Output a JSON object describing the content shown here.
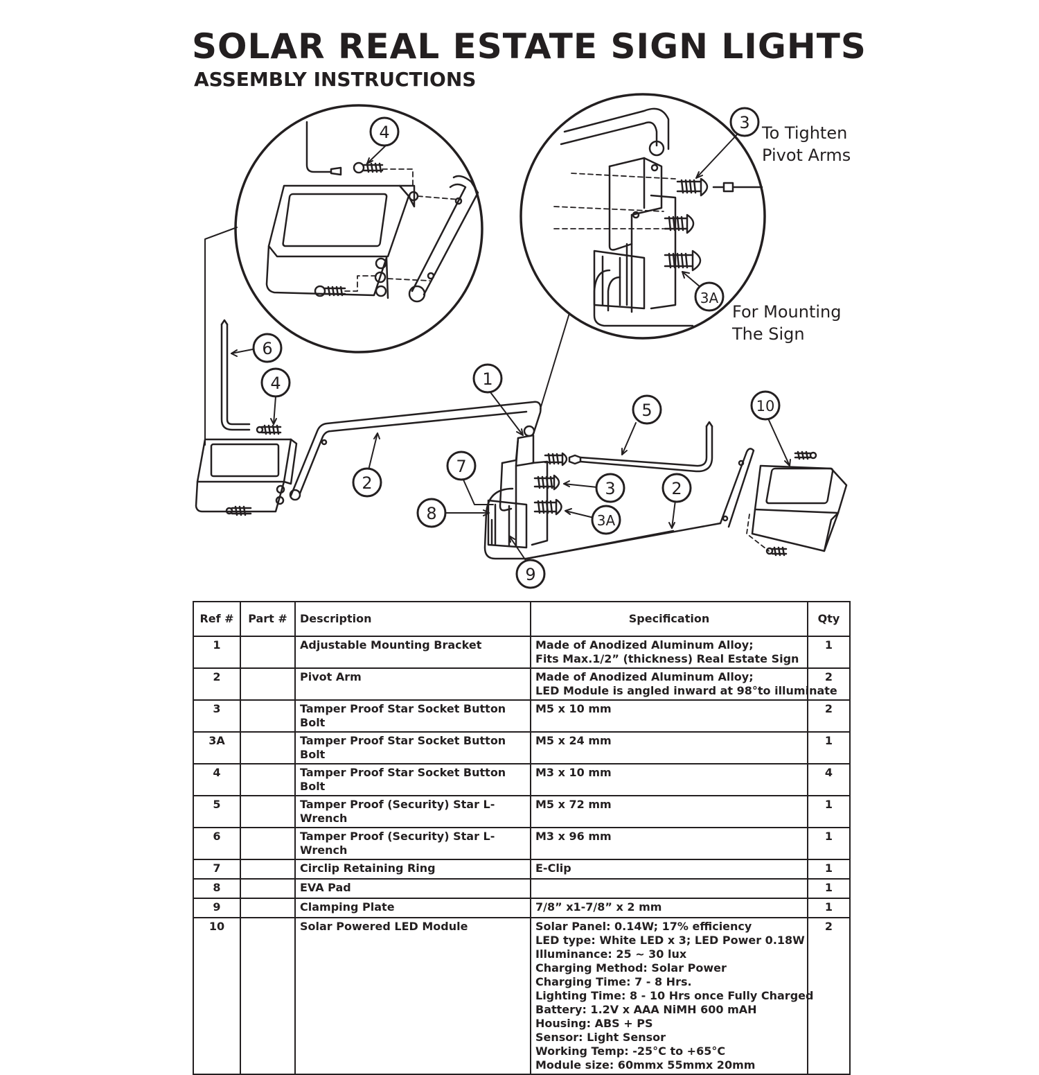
{
  "header": {
    "title": "SOLAR REAL ESTATE SIGN LIGHTS",
    "subtitle": "ASSEMBLY INSTRUCTIONS"
  },
  "notes": {
    "tighten": [
      "To Tighten",
      "Pivot Arms"
    ],
    "mounting": [
      "For Mounting",
      "The Sign"
    ]
  },
  "callouts": {
    "zoom_left_4": "4",
    "zoom_right_3": "3",
    "zoom_right_3a": "3A",
    "main_1": "1",
    "main_2_left": "2",
    "main_2_right": "2",
    "main_3": "3",
    "main_3a": "3A",
    "main_4": "4",
    "main_5": "5",
    "main_6": "6",
    "main_7": "7",
    "main_8": "8",
    "main_9": "9",
    "main_10": "10"
  },
  "table": {
    "headers": [
      "Ref #",
      "Part #",
      "Description",
      "Specification",
      "Qty"
    ],
    "rows": [
      {
        "ref": "1",
        "part": "",
        "desc": "Adjustable Mounting Bracket",
        "spec": [
          "Made of Anodized Aluminum Alloy;",
          "Fits Max.1/2” (thickness)  Real Estate Sign"
        ],
        "qty": "1"
      },
      {
        "ref": "2",
        "part": "",
        "desc": "Pivot Arm",
        "spec": [
          "Made of Anodized Aluminum Alloy;",
          "LED Module is angled inward at 98°to illuminate"
        ],
        "qty": "2"
      },
      {
        "ref": "3",
        "part": "",
        "desc": "Tamper Proof Star Socket Button Bolt",
        "spec": [
          "M5 x 10 mm"
        ],
        "qty": "2"
      },
      {
        "ref": "3A",
        "part": "",
        "desc": "Tamper Proof Star Socket Button Bolt",
        "spec": [
          "M5 x 24 mm"
        ],
        "qty": "1"
      },
      {
        "ref": "4",
        "part": "",
        "desc": "Tamper Proof Star Socket Button Bolt",
        "spec": [
          "M3 x 10 mm"
        ],
        "qty": "4"
      },
      {
        "ref": "5",
        "part": "",
        "desc": "Tamper Proof (Security) Star L-Wrench",
        "spec": [
          "M5 x 72 mm"
        ],
        "qty": "1"
      },
      {
        "ref": "6",
        "part": "",
        "desc": "Tamper Proof (Security) Star L-Wrench",
        "spec": [
          "M3 x 96 mm"
        ],
        "qty": "1"
      },
      {
        "ref": "7",
        "part": "",
        "desc": "Circlip Retaining Ring",
        "spec": [
          "E-Clip"
        ],
        "qty": "1"
      },
      {
        "ref": "8",
        "part": "",
        "desc": "EVA Pad",
        "spec": [
          ""
        ],
        "qty": "1"
      },
      {
        "ref": "9",
        "part": "",
        "desc": "Clamping Plate",
        "spec": [
          "7/8” x1-7/8” x 2 mm"
        ],
        "qty": "1"
      },
      {
        "ref": "10",
        "part": "",
        "desc": "Solar Powered LED Module",
        "spec": [
          "Solar Panel:  0.14W; 17% efficiency",
          "LED type:  White LED x 3; LED Power 0.18W",
          "Illuminance: 25 ~ 30 lux",
          "Charging Method:  Solar Power",
          "Charging Time:  7 - 8 Hrs.",
          "Lighting Time:  8 - 10 Hrs once Fully Charged",
          "Battery:  1.2V x AAA NiMH 600 mAH",
          "Housing:  ABS + PS",
          "Sensor:  Light Sensor",
          "Working Temp:  -25°C to +65°C",
          "Module size: 60mmx 55mmx 20mm"
        ],
        "qty": "2"
      }
    ]
  }
}
